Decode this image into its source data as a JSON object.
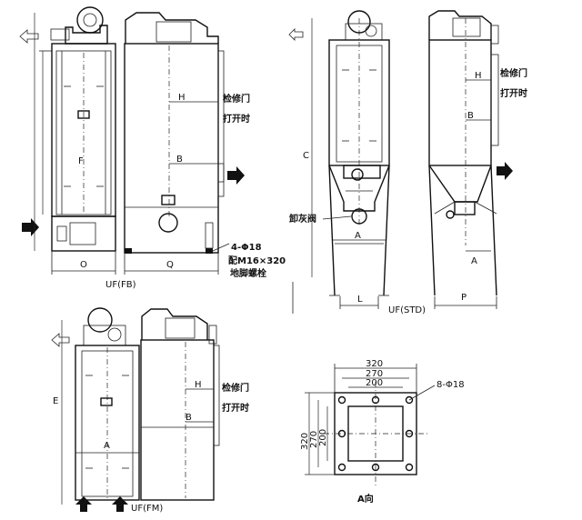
{
  "views": {
    "fb": {
      "caption": "UF(FB)",
      "dims": {
        "F": "F",
        "H": "H",
        "B": "B",
        "O": "O",
        "Q": "Q"
      },
      "notes": {
        "bolt_count": "4-Φ18",
        "bolt_size": "配M16×320",
        "bolt_name": "地脚螺栓"
      }
    },
    "std": {
      "caption": "UF(STD)",
      "dims": {
        "C": "C",
        "H": "H",
        "B": "B",
        "A_left": "A",
        "A_right": "A",
        "L": "L",
        "P": "P"
      },
      "valve": "卸灰阀"
    },
    "fm": {
      "caption": "UF(FM)",
      "dims": {
        "E": "E",
        "A": "A",
        "H": "H",
        "B": "B"
      }
    },
    "flange": {
      "caption": "A向",
      "holes": "8-Φ18",
      "dims": [
        "320",
        "270",
        "200"
      ]
    }
  },
  "labels": {
    "door": "检修门",
    "open": "打开时"
  },
  "icons": {
    "outlet": "arrow-outline-left-icon",
    "inlet": "arrow-solid-right-icon",
    "fm_inlet": "arrow-solid-up-icon"
  }
}
